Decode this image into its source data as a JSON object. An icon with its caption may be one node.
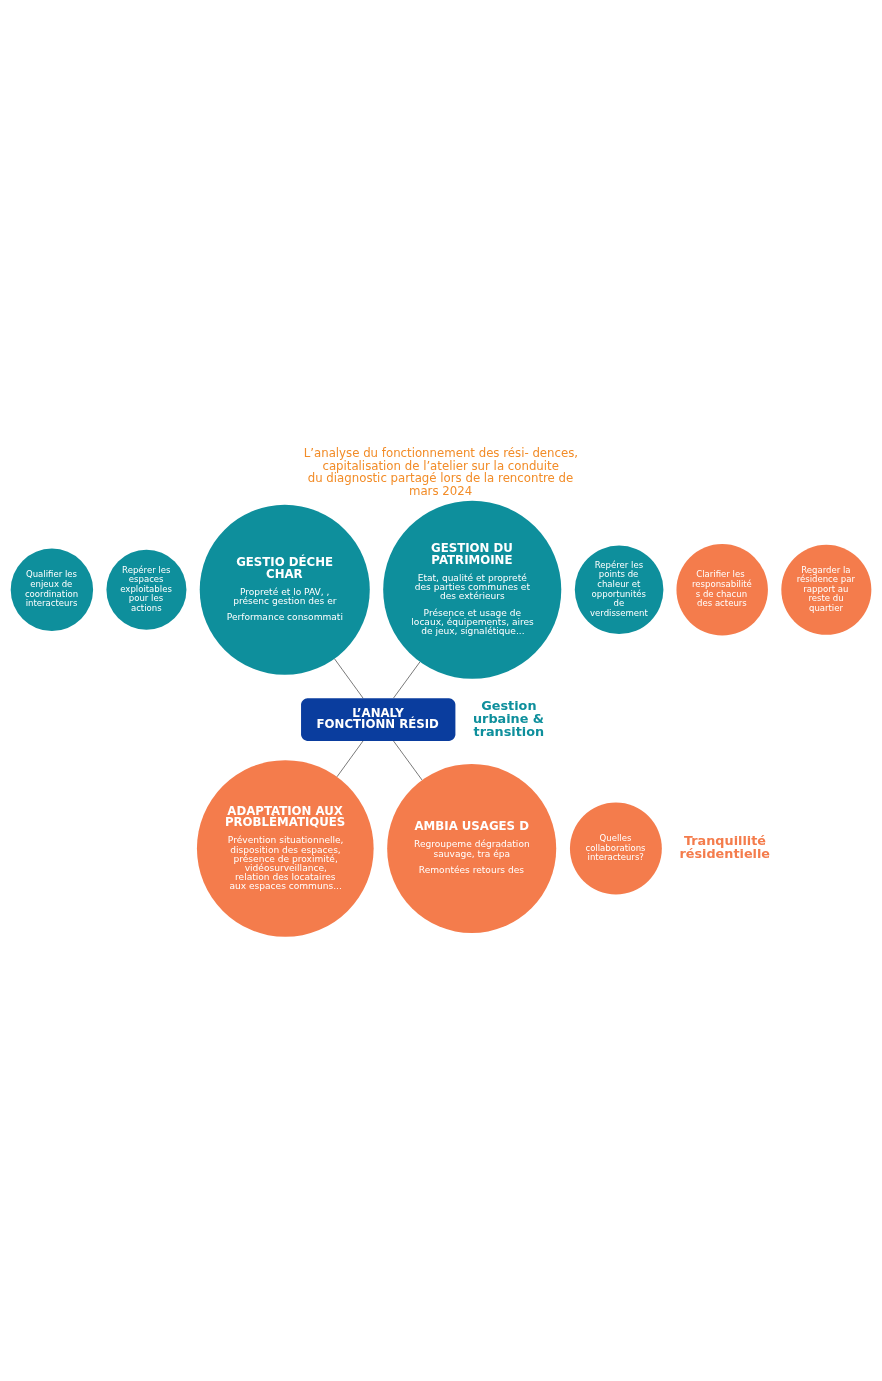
{
  "diagram": {
    "title": "L’analyse du fonctionnement des rési- dences, capitalisation de l’atelier sur la conduite du diagnostic partagé lors de la rencontre de mars 2024",
    "nodes": [
      {
        "text": [
          "Qualifier les enjeux de coordination interacteurs"
        ]
      },
      {
        "text": [
          "Repérer les espaces exploitables pour les actions"
        ]
      },
      {
        "text": [
          "GESTIO DÉCHE CHAR",
          "Propreté et lo PAV, , présenc gestion des er",
          "Performance consommati"
        ]
      },
      {
        "text": [
          "Repérer les points de chaleur et opportunités de verdissement"
        ]
      },
      {
        "text": [
          "GESTION DU PATRIMOINE",
          "Etat, qualité et propreté des parties communes et des extérieurs",
          "Présence et usage de locaux, équipements, aires de jeux, signalétique..."
        ]
      },
      {
        "text": [
          "L’ANALY FONCTIONN RÉSID"
        ]
      },
      {
        "text": [
          "Quelles collaborations interacteurs?"
        ]
      },
      {
        "text": [
          "ADAPTATION AUX PROBLÉMATIQUES",
          "Prévention situationnelle, disposition des espaces, présence de proximité, vidéosurveillance, relation des locataires aux espaces communs..."
        ]
      },
      {
        "text": [
          "AMBIA USAGES D",
          "Regroupeme dégradation sauvage, tra épa",
          "Remontées retours des"
        ]
      },
      {
        "text": [
          "Clarifier les responsabilités de chacun des acteurs"
        ]
      },
      {
        "text": [
          "Regarder la résidence par rapport au reste du quartier"
        ]
      }
    ],
    "edges": [
      {
        "from": 5,
        "to": 4,
        "arrow": "none"
      },
      {
        "from": 5,
        "to": 2,
        "arrow": "none"
      },
      {
        "from": 5,
        "to": 7,
        "arrow": "none"
      },
      {
        "from": 5,
        "to": 8,
        "arrow": "none"
      }
    ],
    "labels": [
      "Gestion urbaine & transition",
      "Tranquillité résidentielle"
    ]
  }
}
